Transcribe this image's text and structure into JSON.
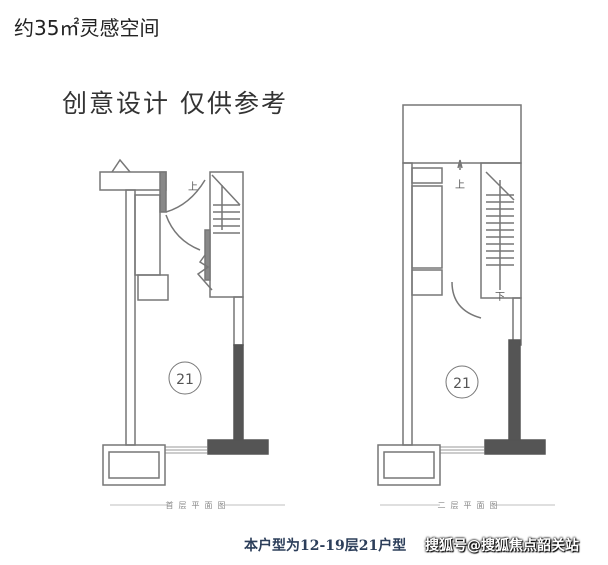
{
  "header": {
    "title": "约35㎡灵感空间",
    "subtitle": "创意设计 仅供参考"
  },
  "plans": [
    {
      "name": "首层平面图",
      "unit": "21",
      "stair_label": "上"
    },
    {
      "name": "二层平面图",
      "unit": "21",
      "stair_up_label": "上",
      "stair_down_label": "下"
    }
  ],
  "footer": {
    "caption": "本户型为12-19层21户型",
    "watermark": "搜狐号@搜狐焦点韶关站"
  },
  "colors": {
    "wall": "#777777",
    "solid_wall": "#555555",
    "caption": "#2c3e5a"
  }
}
